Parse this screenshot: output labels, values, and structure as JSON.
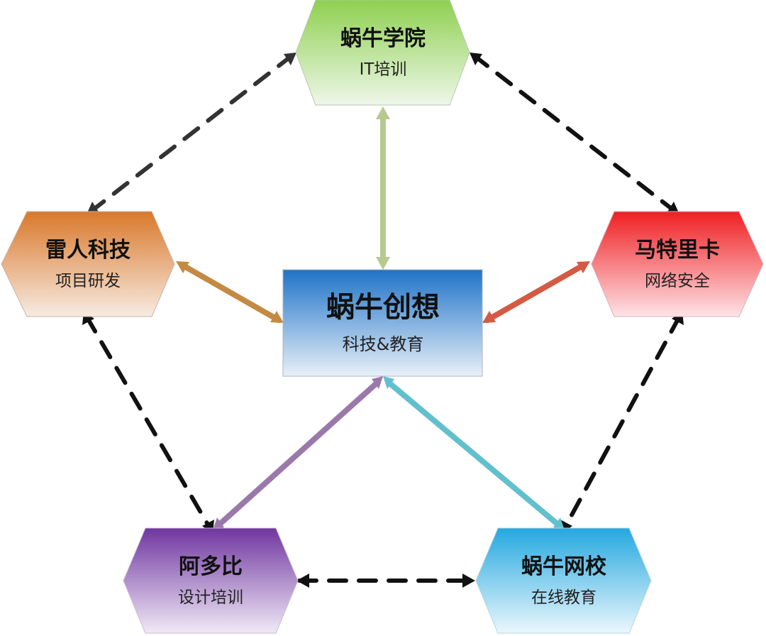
{
  "center": {
    "title": "蜗牛创想",
    "subtitle": "科技&教育"
  },
  "nodes": {
    "top": {
      "title": "蜗牛学院",
      "subtitle": "IT培训"
    },
    "left": {
      "title": "雷人科技",
      "subtitle": "项目研发"
    },
    "right": {
      "title": "马特里卡",
      "subtitle": "网络安全"
    },
    "bottom_left": {
      "title": "阿多比",
      "subtitle": "设计培训"
    },
    "bottom_right": {
      "title": "蜗牛网校",
      "subtitle": "在线教育"
    }
  },
  "colors": {
    "top": "#8ed04f",
    "left": "#d9782b",
    "right": "#f01f22",
    "bottom_left": "#7036a0",
    "bottom_right": "#24a8df",
    "center": "#1f73c8",
    "line_top": "#b8c98f",
    "line_left": "#c48a43",
    "line_right": "#d45a44",
    "line_bottom_left": "#9b78aa",
    "line_bottom_right": "#62c0ce",
    "dashed": "#111111"
  }
}
